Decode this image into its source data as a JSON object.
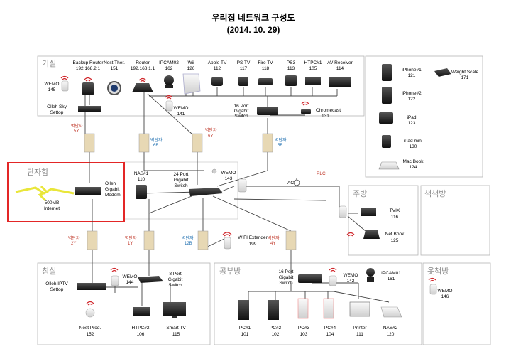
{
  "title": {
    "line1": "우리집 네트워크 구성도",
    "line2": "(2014. 10. 29)"
  },
  "rooms": {
    "living": "거실",
    "terminal": "단자함",
    "bedroom": "침실",
    "study": "공부방",
    "kitchen": "주방",
    "bookroom": "책책방",
    "dressroom": "옷책방"
  },
  "living_devices": [
    {
      "name": "Backup Router",
      "value": "192.168.2.1"
    },
    {
      "name": "Nest Ther.",
      "value": "151"
    },
    {
      "name": "Router",
      "value": "192.168.1.1"
    },
    {
      "name": "IPCAM02",
      "value": "162"
    },
    {
      "name": "Wii",
      "value": "126"
    },
    {
      "name": "Apple TV",
      "value": "112"
    },
    {
      "name": "PS TV",
      "value": "117"
    },
    {
      "name": "Fire TV",
      "value": "118"
    },
    {
      "name": "PS3",
      "value": "113"
    },
    {
      "name": "HTPC#1",
      "value": "105"
    },
    {
      "name": "AV Receiver",
      "value": "114"
    }
  ],
  "living_other": {
    "wemo145": {
      "name": "WEMO",
      "value": "145"
    },
    "olleh_settop": {
      "line1": "Olleh Sky",
      "line2": "Settop"
    },
    "wemo141": {
      "name": "WEMO",
      "value": "141"
    },
    "switch16": {
      "line1": "16 Port",
      "line2": "Gigabit",
      "line3": "Switch"
    },
    "chromecast": {
      "name": "Chromecast",
      "value": "131"
    }
  },
  "mobile": [
    {
      "name": "iPhone#1",
      "value": "121"
    },
    {
      "name": "Weight Scale",
      "value": "171"
    },
    {
      "name": "iPhone#2",
      "value": "122"
    },
    {
      "name": "iPad",
      "value": "123"
    },
    {
      "name": "iPad mini",
      "value": "130"
    },
    {
      "name": "Mac Book",
      "value": "124"
    }
  ],
  "jacks": [
    {
      "room": "벽단자",
      "num": "5Y"
    },
    {
      "room": "벽단자",
      "num": "6B"
    },
    {
      "room": "벽단자",
      "num": "6Y"
    },
    {
      "room": "벽단자",
      "num": "5B"
    },
    {
      "room": "벽단자",
      "num": "2Y"
    },
    {
      "room": "벽단자",
      "num": "1Y"
    },
    {
      "room": "벽단자",
      "num": "12B"
    },
    {
      "room": "벽단자",
      "num": "4Y"
    }
  ],
  "terminal": {
    "internet": {
      "line1": "500MB",
      "line2": "Internet"
    },
    "modem": {
      "line1": "Olleh",
      "line2": "Gigabit",
      "line3": "Modem"
    },
    "nas1": {
      "name": "NAS#1",
      "value": "110"
    },
    "switch24": {
      "line1": "24 Port",
      "line2": "Gigabit",
      "line3": "Switch"
    },
    "wemo143": {
      "name": "WEMO",
      "value": "143"
    },
    "plc": "PLC",
    "ac": "AC",
    "wifi_ext": {
      "name": "WIFI Extender",
      "value": "199"
    }
  },
  "kitchen": {
    "tvix": {
      "name": "TVIX",
      "value": "116"
    },
    "netbook": {
      "name": "Net Book",
      "value": "125"
    }
  },
  "bedroom": {
    "olleh_iptv": {
      "line1": "Olleh IPTV",
      "line2": "Settop"
    },
    "wemo144": {
      "name": "WEMO",
      "value": "144"
    },
    "switch8": {
      "line1": "8 Port",
      "line2": "Gigabit",
      "line3": "Switch"
    },
    "nest_prod": {
      "name": "Nest Prod.",
      "value": "152"
    },
    "htpc2": {
      "name": "HTPC#2",
      "value": "106"
    },
    "smart_tv": {
      "name": "Smart TV",
      "value": "115"
    }
  },
  "study": {
    "switch16": {
      "line1": "16 Port",
      "line2": "Gigabit",
      "line3": "Switch"
    },
    "wemo142": {
      "name": "WEMO",
      "value": "142"
    },
    "ipcam01": {
      "name": "IPCAM01",
      "value": "161"
    },
    "pcs": [
      {
        "name": "PC#1",
        "value": "101"
      },
      {
        "name": "PC#2",
        "value": "102"
      },
      {
        "name": "PC#3",
        "value": "103"
      },
      {
        "name": "PC#4",
        "value": "104"
      },
      {
        "name": "Printer",
        "value": "111"
      },
      {
        "name": "NAS#2",
        "value": "120"
      }
    ]
  },
  "dressroom": {
    "wemo146": {
      "name": "WEMO",
      "value": "146"
    }
  },
  "colors": {
    "jack_fill": "#e7d8b4",
    "jack_label": "#c0392b",
    "jack_num_blue": "#1f6fb0",
    "highlight": "#e32626",
    "room_border": "#b5b5b5",
    "lightning": "#e9e63a",
    "wifi": "#d0262b"
  }
}
